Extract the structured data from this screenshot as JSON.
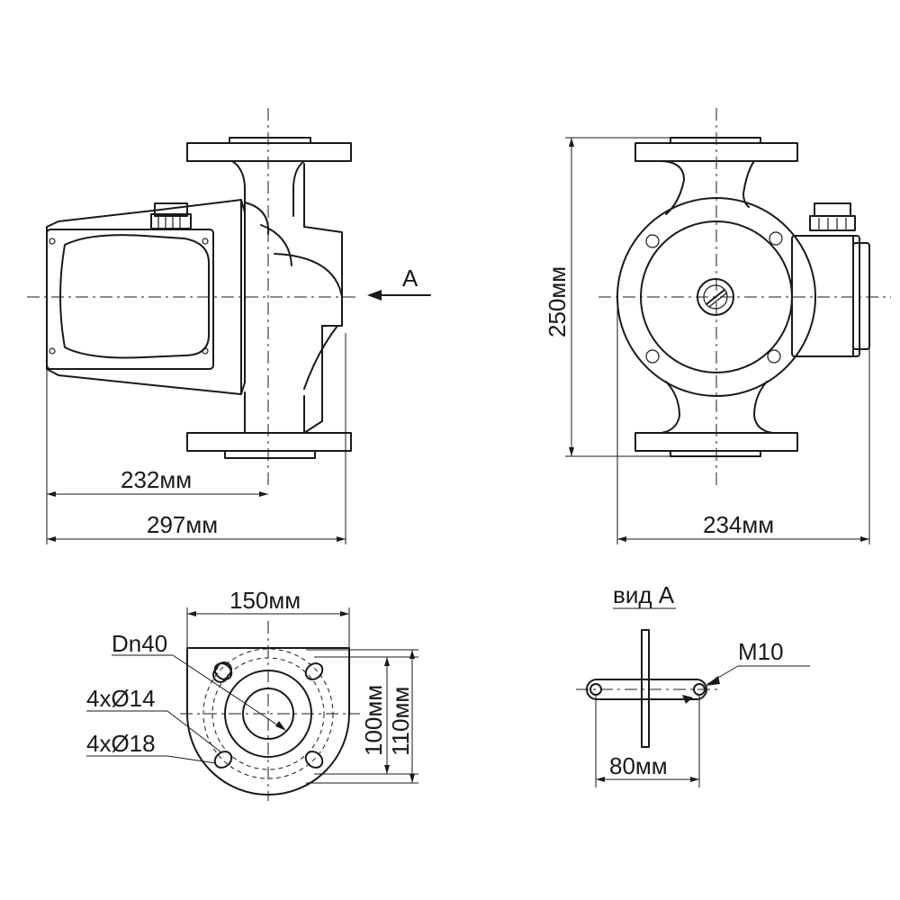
{
  "side_view": {
    "arrow_label": "A",
    "dim_axis_length": "232мм",
    "dim_total_length": "297мм"
  },
  "front_view": {
    "dim_height": "250мм",
    "dim_width": "234мм"
  },
  "flange_view": {
    "dim_flange_width": "150мм",
    "label_nominal_diameter": "Dn40",
    "label_small_holes": "4xØ14",
    "label_large_holes": "4xØ18",
    "dim_bolt_circle": "100мм",
    "dim_bolt_circle_outer": "110мм"
  },
  "view_a": {
    "title": "вид А",
    "thread_label": "M10",
    "dim_hole_distance": "80мм"
  }
}
